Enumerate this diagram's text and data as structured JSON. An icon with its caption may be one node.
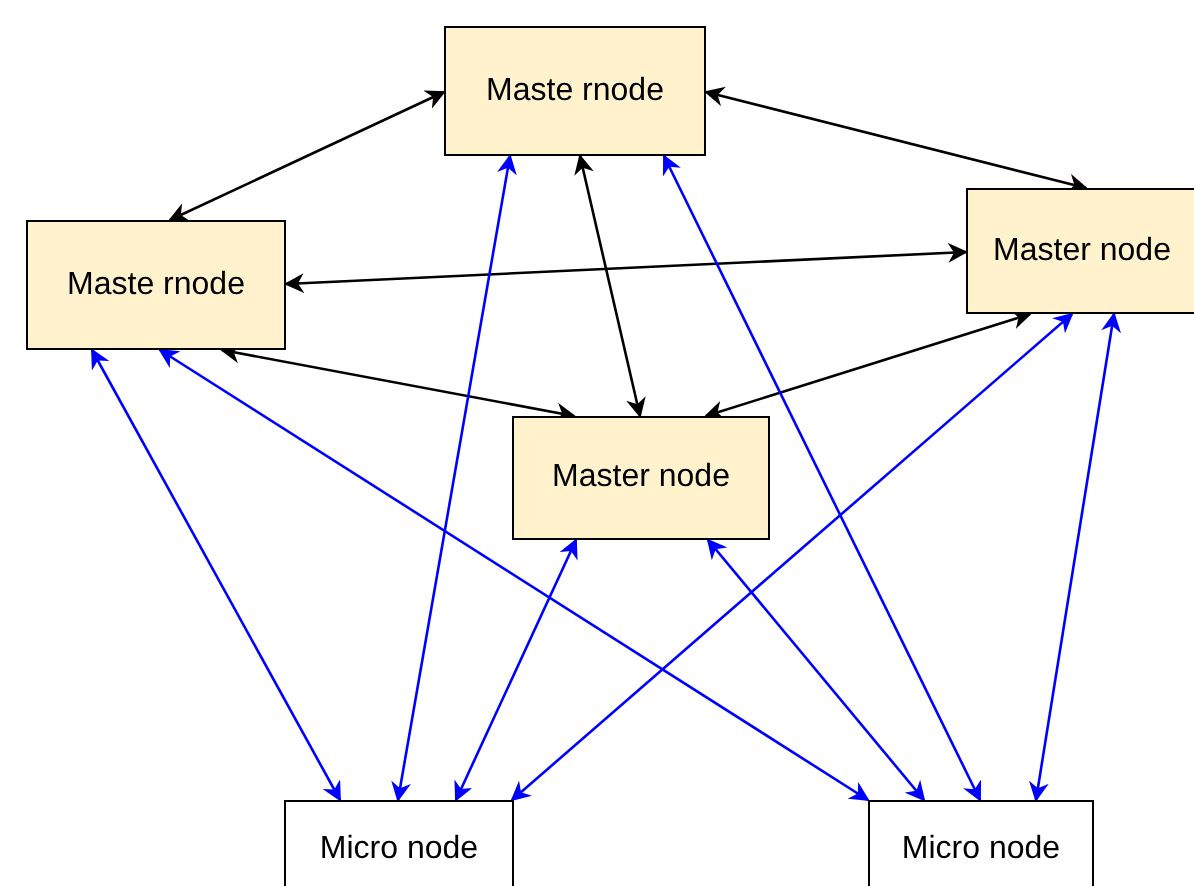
{
  "diagram": {
    "nodes": [
      {
        "text": [
          "Maste rnode"
        ]
      },
      {
        "text": [
          "Maste rnode"
        ]
      },
      {
        "text": [
          "Master node"
        ]
      },
      {
        "text": [
          "Master node"
        ]
      },
      {
        "text": [
          "Micro node"
        ]
      },
      {
        "text": [
          "Micro node"
        ]
      }
    ],
    "edges": [
      {
        "from": 0,
        "to": 1,
        "arrow": "both",
        "color": "#000000"
      },
      {
        "from": 0,
        "to": 2,
        "arrow": "both",
        "color": "#000000"
      },
      {
        "from": 0,
        "to": 3,
        "arrow": "both",
        "color": "#000000"
      },
      {
        "from": 1,
        "to": 2,
        "arrow": "both",
        "color": "#000000"
      },
      {
        "from": 1,
        "to": 3,
        "arrow": "both",
        "color": "#000000"
      },
      {
        "from": 2,
        "to": 3,
        "arrow": "both",
        "color": "#000000"
      },
      {
        "from": 1,
        "to": 4,
        "arrow": "both"
      },
      {
        "from": 1,
        "to": 5,
        "arrow": "both"
      },
      {
        "from": 0,
        "to": 4,
        "arrow": "both"
      },
      {
        "from": 0,
        "to": 5,
        "arrow": "both"
      },
      {
        "from": 3,
        "to": 4,
        "arrow": "both"
      },
      {
        "from": 3,
        "to": 5,
        "arrow": "both"
      },
      {
        "from": 2,
        "to": 4,
        "arrow": "both"
      },
      {
        "from": 2,
        "to": 5,
        "arrow": "both"
      }
    ]
  }
}
